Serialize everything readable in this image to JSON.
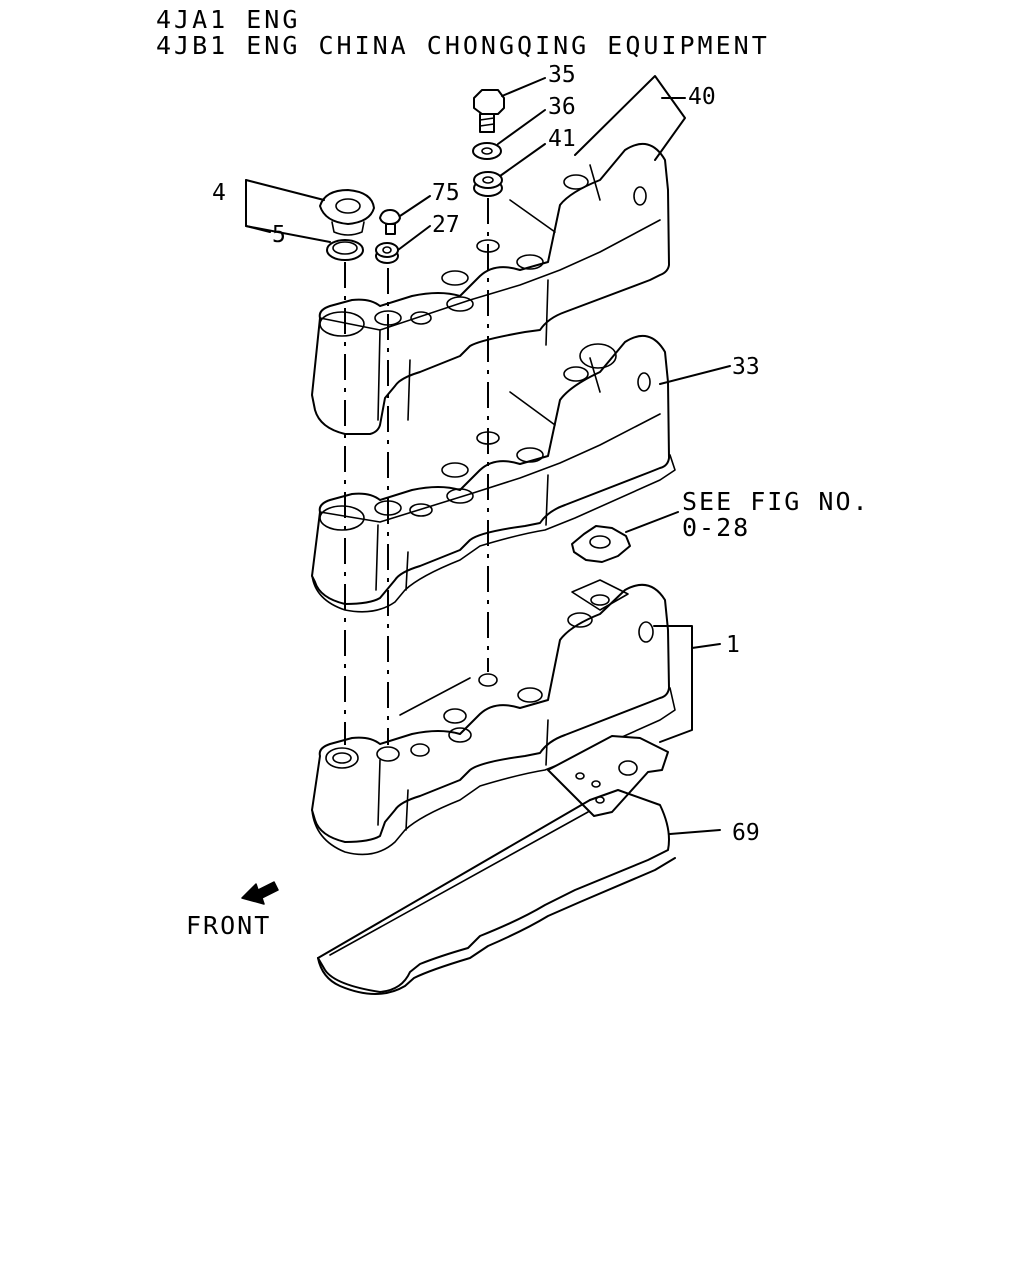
{
  "header": {
    "line1": "4JA1 ENG",
    "line2": "4JB1 ENG CHINA CHONGQING EQUIPMENT"
  },
  "callouts": {
    "p35": "35",
    "p36": "36",
    "p41": "41",
    "p40": "40",
    "p4": "4",
    "p75": "75",
    "p5": "5",
    "p27": "27",
    "p33": "33",
    "p1": "1",
    "p69": "69"
  },
  "reference": {
    "line1": "SEE FIG NO.",
    "line2": "0-28"
  },
  "direction": {
    "label": "FRONT",
    "icon": "front-arrow-icon"
  }
}
